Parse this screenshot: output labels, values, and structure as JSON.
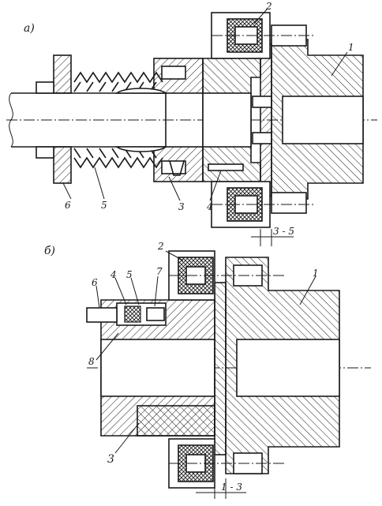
{
  "figure_a": {
    "tag": "а)",
    "labels": [
      "1",
      "2",
      "3",
      "4",
      "5",
      "6"
    ],
    "dimension": "3 - 5"
  },
  "figure_b": {
    "tag": "б)",
    "labels": [
      "1",
      "2",
      "3",
      "4",
      "5",
      "6",
      "7",
      "8"
    ],
    "dimension": "1 - 3"
  },
  "colors": {
    "ink": "#1a1a1a",
    "paper": "#ffffff"
  }
}
